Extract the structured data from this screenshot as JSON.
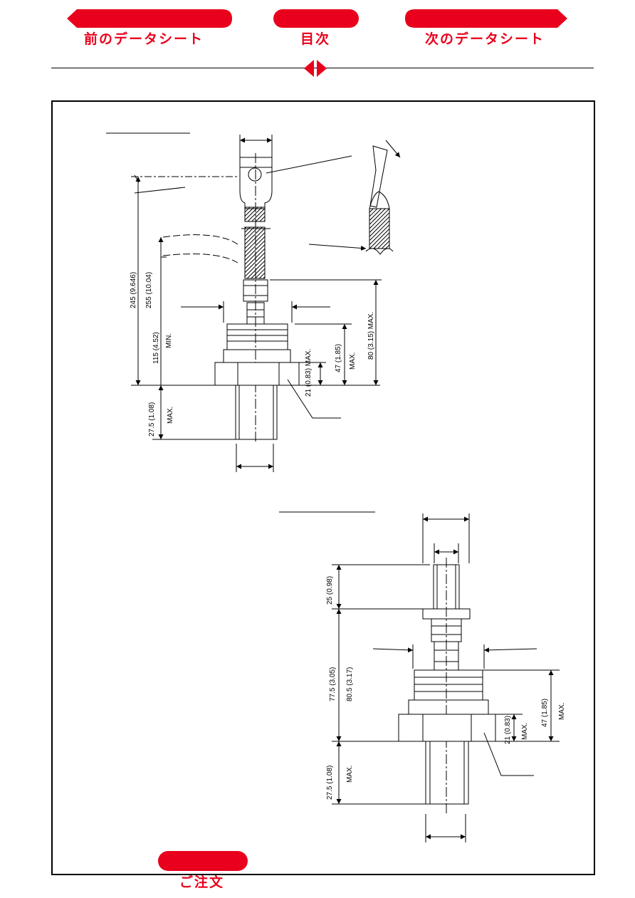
{
  "nav": {
    "prev_label": "前のデータシート",
    "toc_label": "目次",
    "next_label": "次のデータシート",
    "order_label": "ご注文",
    "accent_color": "#e8001c"
  },
  "drawing": {
    "top_view": {
      "dim_overall_length": "245 (9.646)",
      "dim_lead_length": "255 (10.04)",
      "dim_min_length": "115 (4.52)",
      "dim_min_suffix": "MIN.",
      "dim_stud_length": "27.5 (1.08)",
      "dim_stud_suffix": "MAX.",
      "dim_height_47": "47 (1.85)",
      "dim_height_47_suffix": "MAX.",
      "dim_height_80": "80 (3.15) MAX.",
      "dim_height_21": "21 (0.83) MAX."
    },
    "bottom_view": {
      "dim_top_stud": "25 (0.98)",
      "dim_body_775": "77.5 (3.05)",
      "dim_body_805": "80.5 (3.17)",
      "dim_stud_length": "27.5 (1.08)",
      "dim_stud_suffix": "MAX.",
      "dim_height_21": "21 (0.83)",
      "dim_height_21_suffix": "MAX.",
      "dim_height_47": "47 (1.85)",
      "dim_height_47_suffix": "MAX."
    }
  }
}
